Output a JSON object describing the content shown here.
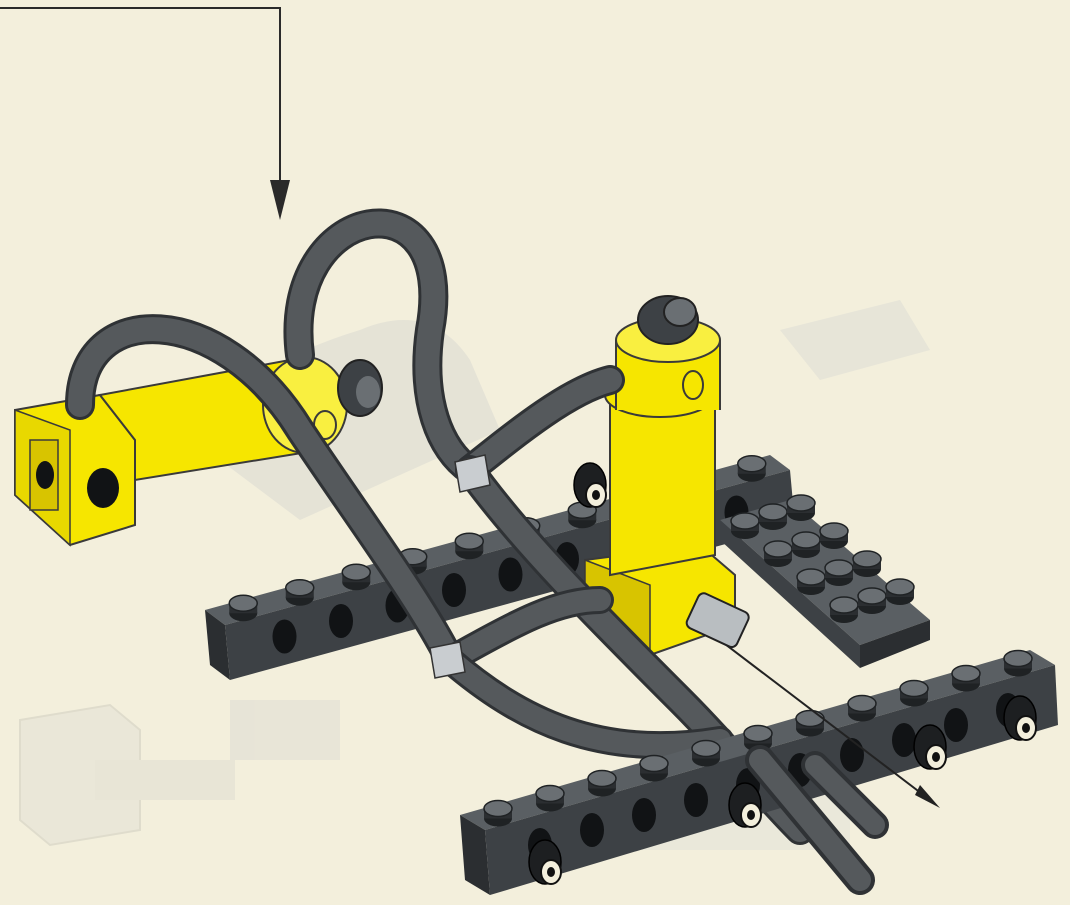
{
  "title": "",
  "colors": {
    "background": "#f3efdc",
    "yellow": "#f6e600",
    "yellow_shade": "#d8c400",
    "dark_brick": "#3d4145",
    "brick_top": "#5a5f63",
    "hole": "#111315",
    "hose": "#55595c",
    "ghost": "#dad8cc",
    "arrow": "#2a2a2a"
  },
  "components": {
    "instruction_arrow": "arrow",
    "horizontal_cylinder": "pneumatic-cylinder",
    "vertical_cylinder": "pneumatic-cylinder",
    "rear_beam": "technic-beam",
    "front_beam": "technic-beam",
    "flat_plate": "plate",
    "hoses": "pneumatic-hose",
    "t_pieces": "t-connector",
    "pins": "black-pin",
    "axle": "axle",
    "ghost_parts": "faded-preview"
  },
  "counts": {
    "rear_beam_studs": 10,
    "front_beam_studs": 11,
    "plate_studs": 12,
    "pins": 5,
    "t_pieces": 2
  }
}
